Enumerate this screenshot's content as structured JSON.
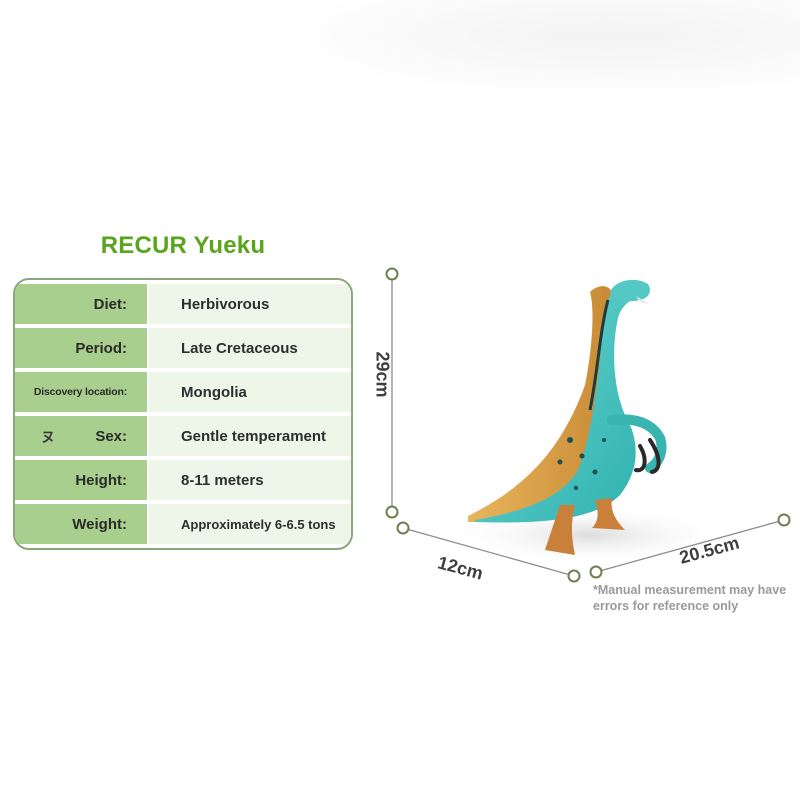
{
  "brand": {
    "title": "RECUR Yueku"
  },
  "specs": [
    {
      "label": "Diet:",
      "value": "Herbivorous"
    },
    {
      "label": "Period:",
      "value": "Late Cretaceous"
    },
    {
      "label": "Discovery location:",
      "value": "Mongolia"
    },
    {
      "label": "Sex:",
      "value": "Gentle temperament",
      "glyph": "ヌ"
    },
    {
      "label": "Height:",
      "value": "8-11 meters"
    },
    {
      "label": "Weight:",
      "value": "Approximately 6-6.5 tons"
    }
  ],
  "dimensions": {
    "height": "29cm",
    "depth": "12cm",
    "length": "20.5cm"
  },
  "disclaimer": "*Manual measurement may have errors for reference only",
  "colors": {
    "brand_green": "#5aa51c",
    "label_bg": "#a9cf8e",
    "value_bg": "#edf6e8",
    "border": "#8aa87a",
    "dino_body": "#4ec9c6",
    "dino_back": "#d8a24a"
  }
}
